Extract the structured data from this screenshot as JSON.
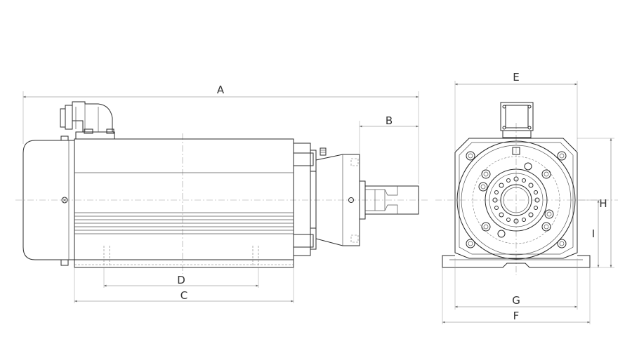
{
  "dimensions": {
    "A": "A",
    "B": "B",
    "C": "C",
    "D": "D",
    "E": "E",
    "F": "F",
    "G": "G",
    "H": "H",
    "I": "I"
  }
}
